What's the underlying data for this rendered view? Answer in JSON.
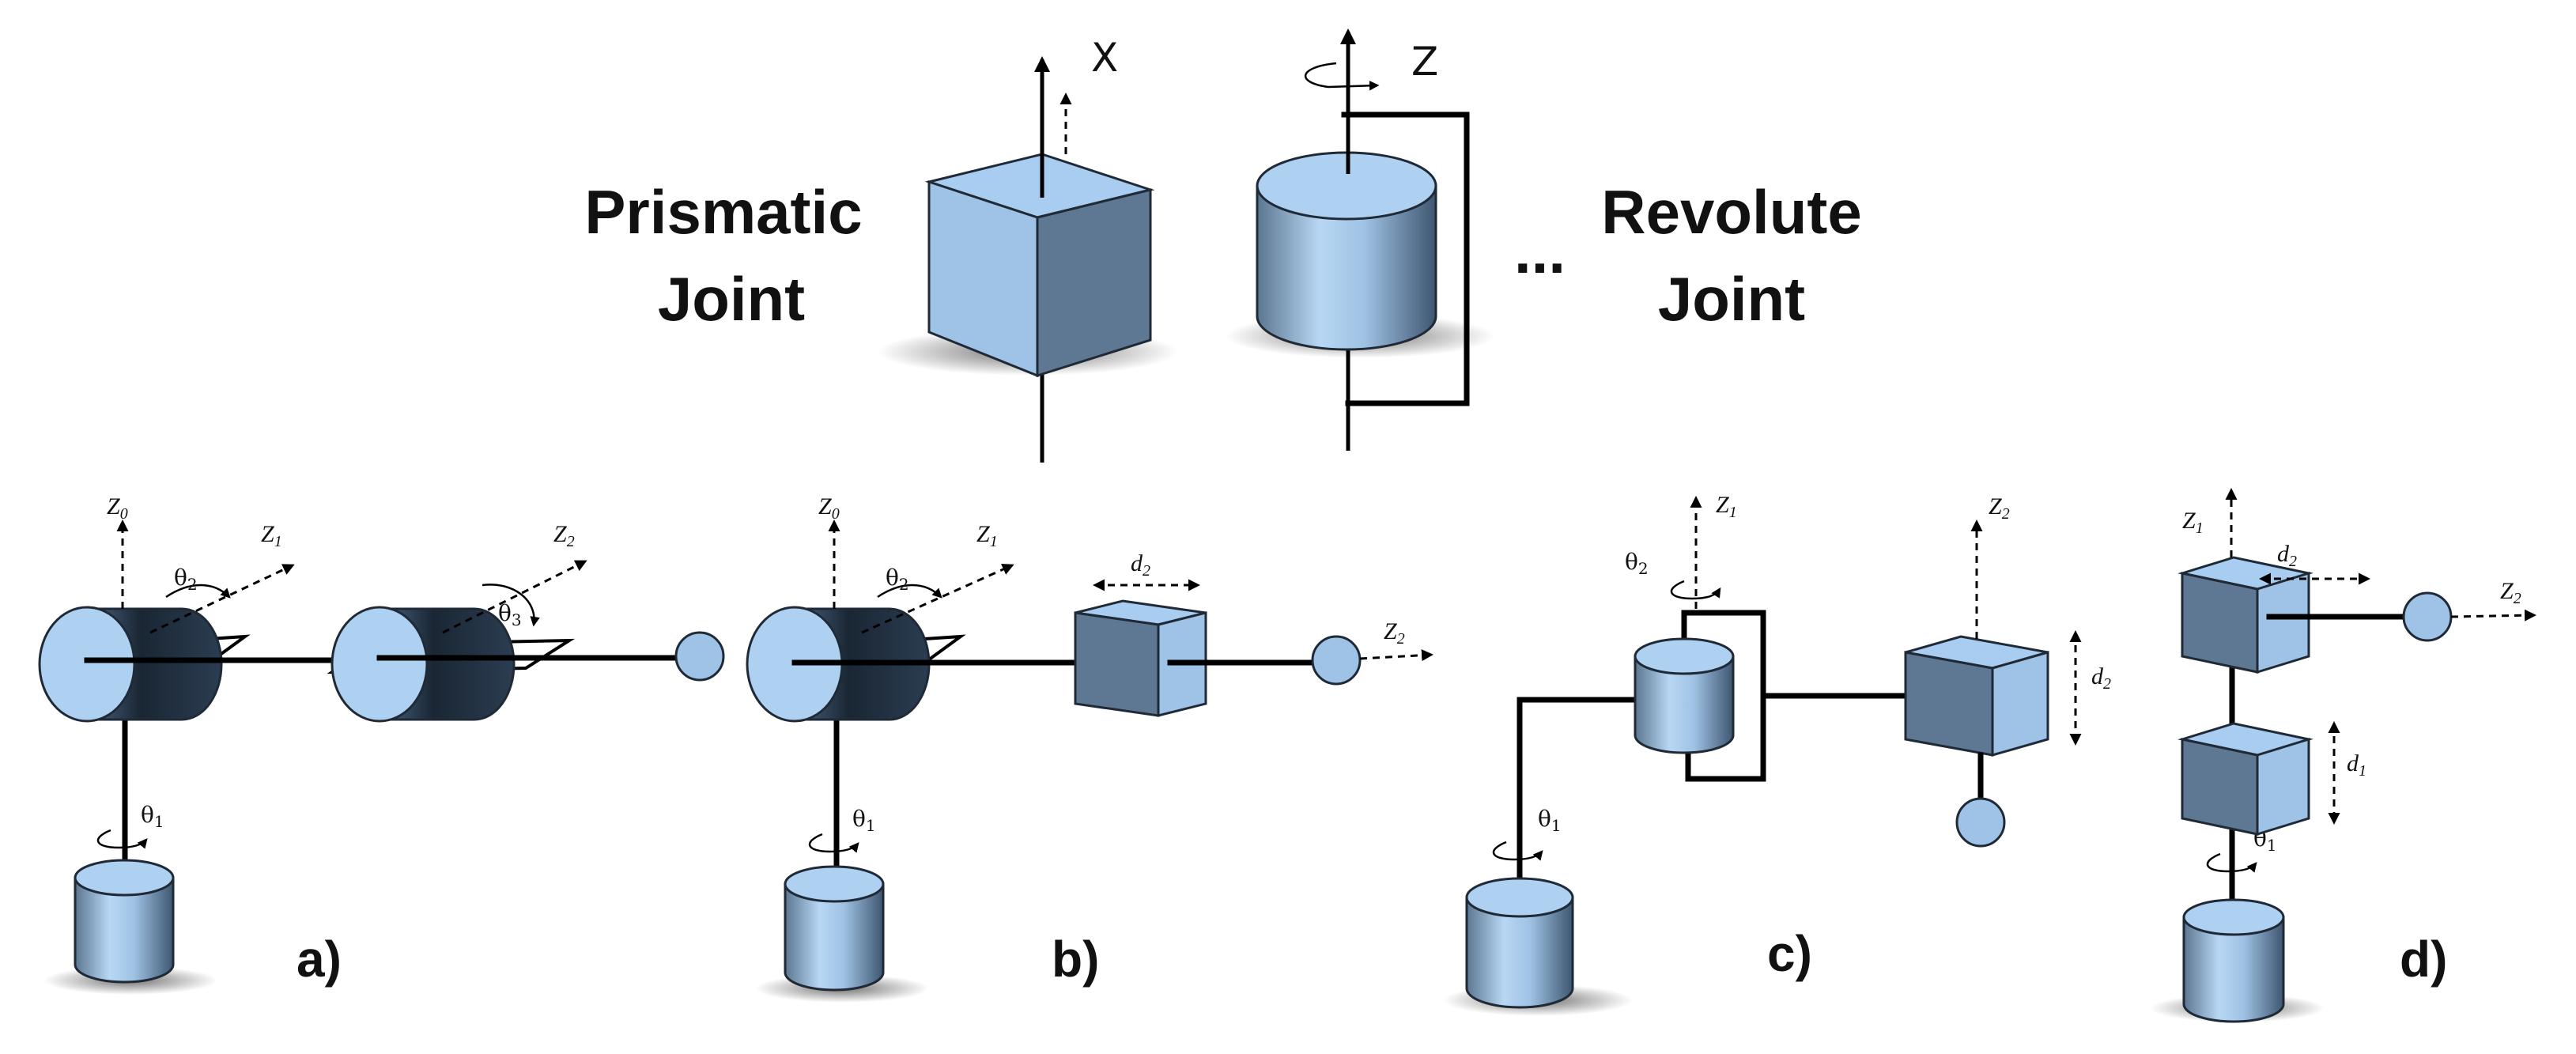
{
  "legend": {
    "prismatic_line1": "Prismatic",
    "prismatic_line2": "Joint",
    "revolute_line1": "Revolute",
    "revolute_line2": "Joint",
    "prismatic_axis": "X",
    "revolute_axis": "Z",
    "ellipsis": "..."
  },
  "panel_a": {
    "label": "a)",
    "z0": "Z",
    "z0_sub": "0",
    "z1": "Z",
    "z1_sub": "1",
    "z2": "Z",
    "z2_sub": "2",
    "theta1": "θ",
    "theta1_sub": "1",
    "theta2": "θ",
    "theta2_sub": "2",
    "theta3": "θ",
    "theta3_sub": "3"
  },
  "panel_b": {
    "label": "b)",
    "z0": "Z",
    "z0_sub": "0",
    "z1": "Z",
    "z1_sub": "1",
    "z2": "Z",
    "z2_sub": "2",
    "theta1": "θ",
    "theta1_sub": "1",
    "theta2": "θ",
    "theta2_sub": "2",
    "d2": "d",
    "d2_sub": "2"
  },
  "panel_c": {
    "label": "c)",
    "z1": "Z",
    "z1_sub": "1",
    "z2": "Z",
    "z2_sub": "2",
    "theta1": "θ",
    "theta1_sub": "1",
    "theta2": "θ",
    "theta2_sub": "2",
    "d2": "d",
    "d2_sub": "2"
  },
  "panel_d": {
    "label": "d)",
    "z1": "Z",
    "z1_sub": "1",
    "z2": "Z",
    "z2_sub": "2",
    "theta1": "θ",
    "theta1_sub": "1",
    "d1": "d",
    "d1_sub": "1",
    "d2": "d",
    "d2_sub": "2"
  },
  "colors": {
    "cube_top": "#a9cdf0",
    "cube_front": "#9ec3e6",
    "cube_side": "#5e7894",
    "cyl_light": "#b7d6f3",
    "cyl_dark": "#1f2d3c",
    "ink": "#000000"
  }
}
